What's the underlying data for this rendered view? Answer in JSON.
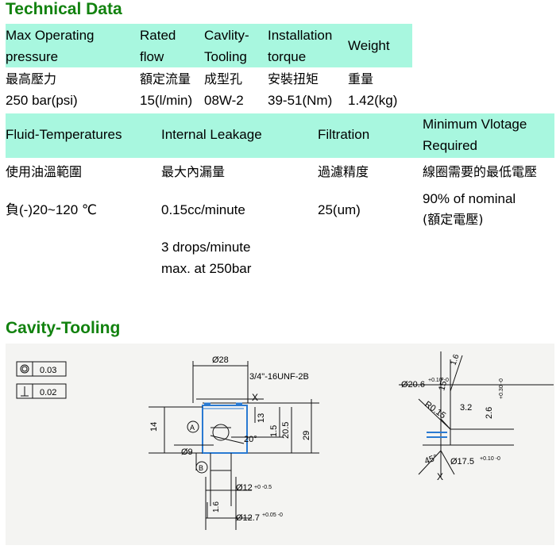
{
  "title": "Technical Data",
  "table1": {
    "headers": [
      {
        "line1": "Max Operating",
        "line2": "pressure"
      },
      {
        "line1": "Rated",
        "line2": "flow"
      },
      {
        "line1": "Cavlity-",
        "line2": "Tooling"
      },
      {
        "line1": "Installation",
        "line2": "torque"
      },
      {
        "line1": "Weight"
      }
    ],
    "chinese": [
      "最高壓力",
      "額定流量",
      "成型孔",
      "安裝扭矩",
      "重量"
    ],
    "values": [
      "250 bar(psi)",
      "15(l/min)",
      "08W-2",
      "39-51(Nm)",
      "1.42(kg)"
    ]
  },
  "table2": {
    "headers": [
      {
        "line1": "Fluid-Temperatures"
      },
      {
        "line1": "Internal Leakage"
      },
      {
        "line1": "Filtration"
      },
      {
        "line1": "Minimum Vlotage",
        "line2": "Required"
      }
    ],
    "chinese": [
      "使用油溫範圍",
      "最大內漏量",
      "過濾精度",
      "線圈需要的最低電壓"
    ],
    "values": [
      "負(-)20~120 ℃",
      "0.15cc/minute",
      "25(um)",
      "90% of nominal"
    ],
    "values_extra": {
      "voltage_note": "(額定電壓)",
      "leakage_line1": "3 drops/minute",
      "leakage_line2": "max. at 250bar"
    }
  },
  "section2_title": "Cavity-Tooling",
  "drawing": {
    "tolerance1": "0.03",
    "tolerance2": "0.02",
    "dim_d28": "Ø28",
    "thread": "3/4\"-16UNF-2B",
    "label_x": "X",
    "dim_14": "14",
    "dim_13": "13",
    "dim_15": "1.5",
    "dim_205": "20.5",
    "dim_29": "29",
    "angle_20": "20°",
    "label_a": "A",
    "label_b": "B",
    "dim_d9": "Ø9",
    "dim_d12": "Ø12",
    "tol_d12": "+0 -0.5",
    "dim_16": "1.6",
    "dim_d127": "Ø12.7",
    "tol_d127": "+0.05 -0",
    "dim_d206": "Ø20.6",
    "tol_d206": "+0.10 -0",
    "dim_15deg": "15°",
    "dim_r015": "R0.15",
    "dim_32": "3.2",
    "dim_26": "2.6",
    "tol_26": "+0.30 -0",
    "angle_45": "45°",
    "dim_d175": "Ø17.5",
    "tol_d175": "+0.10 -0"
  }
}
